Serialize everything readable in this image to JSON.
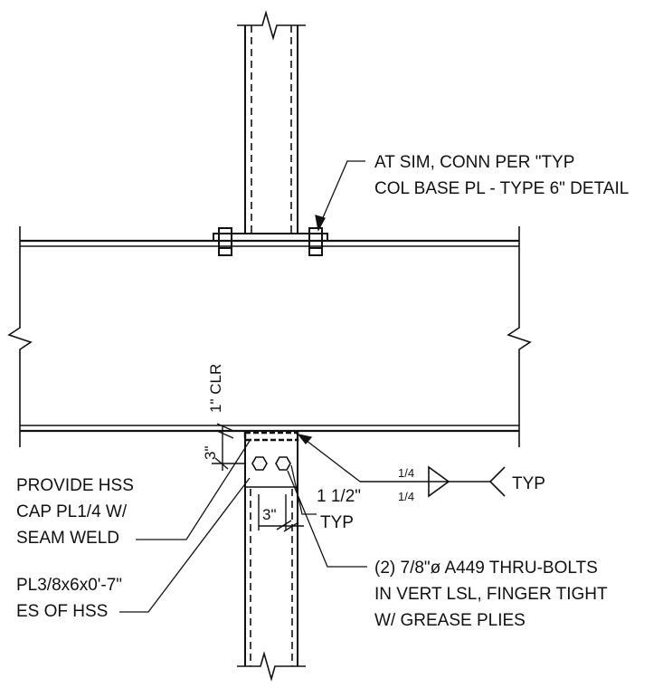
{
  "notes": {
    "col_base_line1": "AT SIM, CONN PER \"TYP",
    "col_base_line2": "COL BASE PL - TYPE 6\" DETAIL",
    "clr": "1\" CLR",
    "dim_3_left": "3\"",
    "dim_3_mid": "3\"",
    "edge_1_half": "1 1/2\"",
    "typ_edge": "TYP",
    "hss_cap_line1": "PROVIDE HSS",
    "hss_cap_line2": "CAP PL1/4 W/",
    "hss_cap_line3": "SEAM WELD",
    "pl_line1": "PL3/8x6x0'-7\"",
    "pl_line2": "ES OF HSS",
    "bolts_line1": "(2) 7/8\"ø A449 THRU-BOLTS",
    "bolts_line2": "IN VERT LSL, FINGER TIGHT",
    "bolts_line3": "W/ GREASE PLIES"
  },
  "weld_symbol": {
    "size_arrow_side": "1/4",
    "size_other_side": "1/4",
    "tail": "TYP"
  }
}
